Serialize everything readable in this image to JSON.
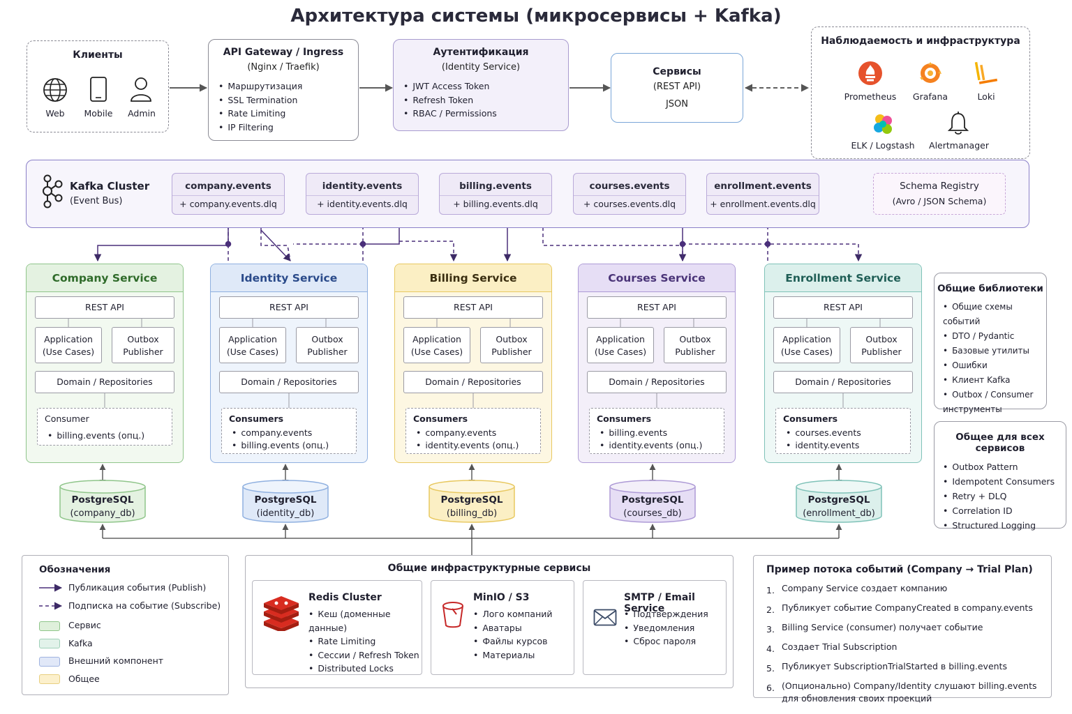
{
  "title": "Архитектура системы (микросервисы + Kafka)",
  "clients": {
    "title": "Клиенты",
    "items": [
      {
        "label": "Web",
        "icon": "globe-icon"
      },
      {
        "label": "Mobile",
        "icon": "mobile-phone-icon"
      },
      {
        "label": "Admin",
        "icon": "user-icon"
      }
    ]
  },
  "gateway": {
    "title": "API Gateway / Ingress",
    "subtitle": "(Nginx / Traefik)",
    "items": [
      "Маршрутизация",
      "SSL Termination",
      "Rate Limiting",
      "IP Filtering"
    ]
  },
  "auth": {
    "title": "Аутентификация",
    "subtitle": "(Identity Service)",
    "items": [
      "JWT Access Token",
      "Refresh Token",
      "RBAC / Permissions"
    ]
  },
  "services_box": {
    "title": "Сервисы",
    "subtitle": "(REST API)",
    "format": "JSON"
  },
  "observability": {
    "title": "Наблюдаемость и инфраструктура",
    "tools": [
      {
        "label": "Prometheus",
        "icon": "prometheus-icon",
        "color": "#e6522c"
      },
      {
        "label": "Grafana",
        "icon": "grafana-icon",
        "color": "#f58220"
      },
      {
        "label": "Loki",
        "icon": "loki-icon",
        "color": "#f4b400"
      },
      {
        "label": "ELK / Logstash",
        "icon": "elk-icon",
        "color": "#00bfb3"
      },
      {
        "label": "Alertmanager",
        "icon": "bell-icon",
        "color": "#333333"
      }
    ]
  },
  "kafka": {
    "title": "Kafka Cluster",
    "subtitle": "(Event Bus)",
    "topics": [
      {
        "name": "company.events",
        "dlq": "+ company.events.dlq"
      },
      {
        "name": "identity.events",
        "dlq": "+ identity.events.dlq"
      },
      {
        "name": "billing.events",
        "dlq": "+ billing.events.dlq"
      },
      {
        "name": "courses.events",
        "dlq": "+ courses.events.dlq"
      },
      {
        "name": "enrollment.events",
        "dlq": "+ enrollment.events.dlq"
      }
    ],
    "schema_registry": {
      "title": "Schema Registry",
      "subtitle": "(Avro / JSON Schema)"
    }
  },
  "services": [
    {
      "name": "Company Service",
      "rest": "REST API",
      "app": "Application\n(Use Cases)",
      "outbox": "Outbox\nPublisher",
      "domain": "Domain / Repositories",
      "consumers_title": "Consumer",
      "consumers": [
        "billing.events (опц.)"
      ],
      "db": "PostgreSQL",
      "db_name": "(company_db)",
      "color_border": "#8fc58a",
      "color_head": "#e4f2e1",
      "color_bg": "#f2f9f0",
      "color_text": "#2f6b2a"
    },
    {
      "name": "Identity Service",
      "rest": "REST API",
      "app": "Application\n(Use Cases)",
      "outbox": "Outbox\nPublisher",
      "domain": "Domain / Repositories",
      "consumers_title": "Consumers",
      "consumers": [
        "company.events",
        "billing.events (опц.)"
      ],
      "db": "PostgreSQL",
      "db_name": "(identity_db)",
      "color_border": "#8fb0e0",
      "color_head": "#dfe9f8",
      "color_bg": "#eef4fc",
      "color_text": "#2a4a8a"
    },
    {
      "name": "Billing Service",
      "rest": "REST API",
      "app": "Application\n(Use Cases)",
      "outbox": "Outbox\nPublisher",
      "domain": "Domain / Repositories",
      "consumers_title": "Consumers",
      "consumers": [
        "company.events",
        "identity.events (опц.)"
      ],
      "db": "PostgreSQL",
      "db_name": "(billing_db)",
      "color_border": "#e8c860",
      "color_head": "#fbefc4",
      "color_bg": "#fdf7e2",
      "color_text": "#3a2e10"
    },
    {
      "name": "Courses Service",
      "rest": "REST API",
      "app": "Application\n(Use Cases)",
      "outbox": "Outbox\nPublisher",
      "domain": "Domain / Repositories",
      "consumers_title": "Consumers",
      "consumers": [
        "billing.events",
        "identity.events (опц.)"
      ],
      "db": "PostgreSQL",
      "db_name": "(courses_db)",
      "color_border": "#ad9ad6",
      "color_head": "#e6def5",
      "color_bg": "#f3eff9",
      "color_text": "#4a3478"
    },
    {
      "name": "Enrollment Service",
      "rest": "REST API",
      "app": "Application\n(Use Cases)",
      "outbox": "Outbox\nPublisher",
      "domain": "Domain / Repositories",
      "consumers_title": "Consumers",
      "consumers": [
        "courses.events",
        "identity.events"
      ],
      "db": "PostgreSQL",
      "db_name": "(enrollment_db)",
      "color_border": "#7fc2b8",
      "color_head": "#dcf0ec",
      "color_bg": "#eef8f6",
      "color_text": "#1f5e56"
    }
  ],
  "libs": {
    "title": "Общие библиотеки",
    "items": [
      "Общие схемы событий",
      "DTO / Pydantic",
      "Базовые утилиты",
      "Ошибки",
      "Клиент Kafka",
      "Outbox / Consumer\nинструменты"
    ]
  },
  "common": {
    "title": "Общее для всех сервисов",
    "items": [
      "Outbox Pattern",
      "Idempotent Consumers",
      "Retry + DLQ",
      "Correlation ID",
      "Structured Logging"
    ]
  },
  "legend": {
    "title": "Обозначения",
    "publish": "Публикация события (Publish)",
    "subscribe": "Подписка на событие (Subscribe)",
    "swatches": [
      {
        "label": "Сервис",
        "fill": "#dff0db",
        "border": "#8fc58a"
      },
      {
        "label": "Kafka",
        "fill": "#e2f2ea",
        "border": "#9fd0b8"
      },
      {
        "label": "Внешний компонент",
        "fill": "#e1e8f8",
        "border": "#9fb3e0"
      },
      {
        "label": "Общее",
        "fill": "#fcf0cc",
        "border": "#e8cf80"
      }
    ]
  },
  "infra": {
    "title": "Общие инфраструктурные сервисы",
    "cards": [
      {
        "title": "Redis Cluster",
        "icon": "redis-icon",
        "items": [
          "Кеш (доменные данные)",
          "Rate Limiting",
          "Сессии / Refresh Token",
          "Distributed Locks"
        ]
      },
      {
        "title": "MinIO / S3",
        "icon": "bucket-icon",
        "items": [
          "Лого компаний",
          "Аватары",
          "Файлы курсов",
          "Материалы"
        ]
      },
      {
        "title": "SMTP / Email Service",
        "icon": "envelope-icon",
        "items": [
          "Подтверждения",
          "Уведомления",
          "Сброс пароля"
        ]
      }
    ]
  },
  "flow": {
    "title": "Пример потока событий (Company → Trial Plan)",
    "steps": [
      {
        "n": "1.",
        "text": "Company Service создает компанию"
      },
      {
        "n": "2.",
        "text": "Публикует событие CompanyCreated в company.events"
      },
      {
        "n": "3.",
        "text": "Billing Service (consumer) получает событие"
      },
      {
        "n": "4.",
        "text": "Создает Trial Subscription"
      },
      {
        "n": "5.",
        "text": "Публикует SubscriptionTrialStarted в billing.events"
      },
      {
        "n": "6.",
        "text": "(Опционально) Company/Identity слушают billing.events\nдля обновления своих проекций"
      }
    ]
  },
  "colors": {
    "arrow": "#4a2f7a",
    "kafka_border": "#8a7fc8"
  }
}
